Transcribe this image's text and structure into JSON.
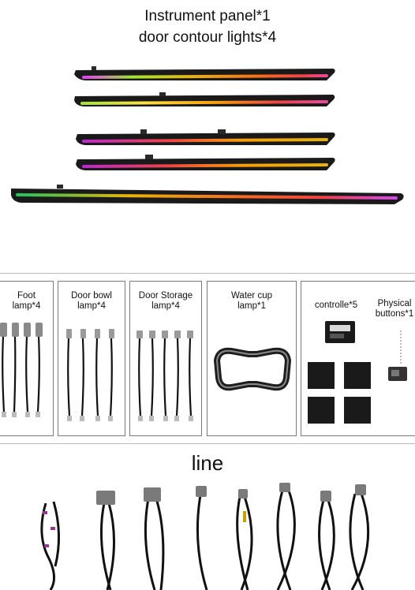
{
  "header": {
    "line1": "Instrument panel*1",
    "line2": "door contour lights*4"
  },
  "kit": {
    "foot": {
      "line1": "Foot",
      "line2": "lamp*4"
    },
    "door_bowl": {
      "line1": "Door bowl",
      "line2": "lamp*4"
    },
    "door_storage": {
      "line1": "Door Storage",
      "line2": "lamp*4"
    },
    "water_cup": {
      "line1": "Water cup",
      "line2": "lamp*1"
    },
    "controller": {
      "line1": "controlle*5"
    },
    "physical": {
      "line1": "Physical",
      "line2": "buttons*1"
    }
  },
  "line_section": {
    "title": "line"
  }
}
